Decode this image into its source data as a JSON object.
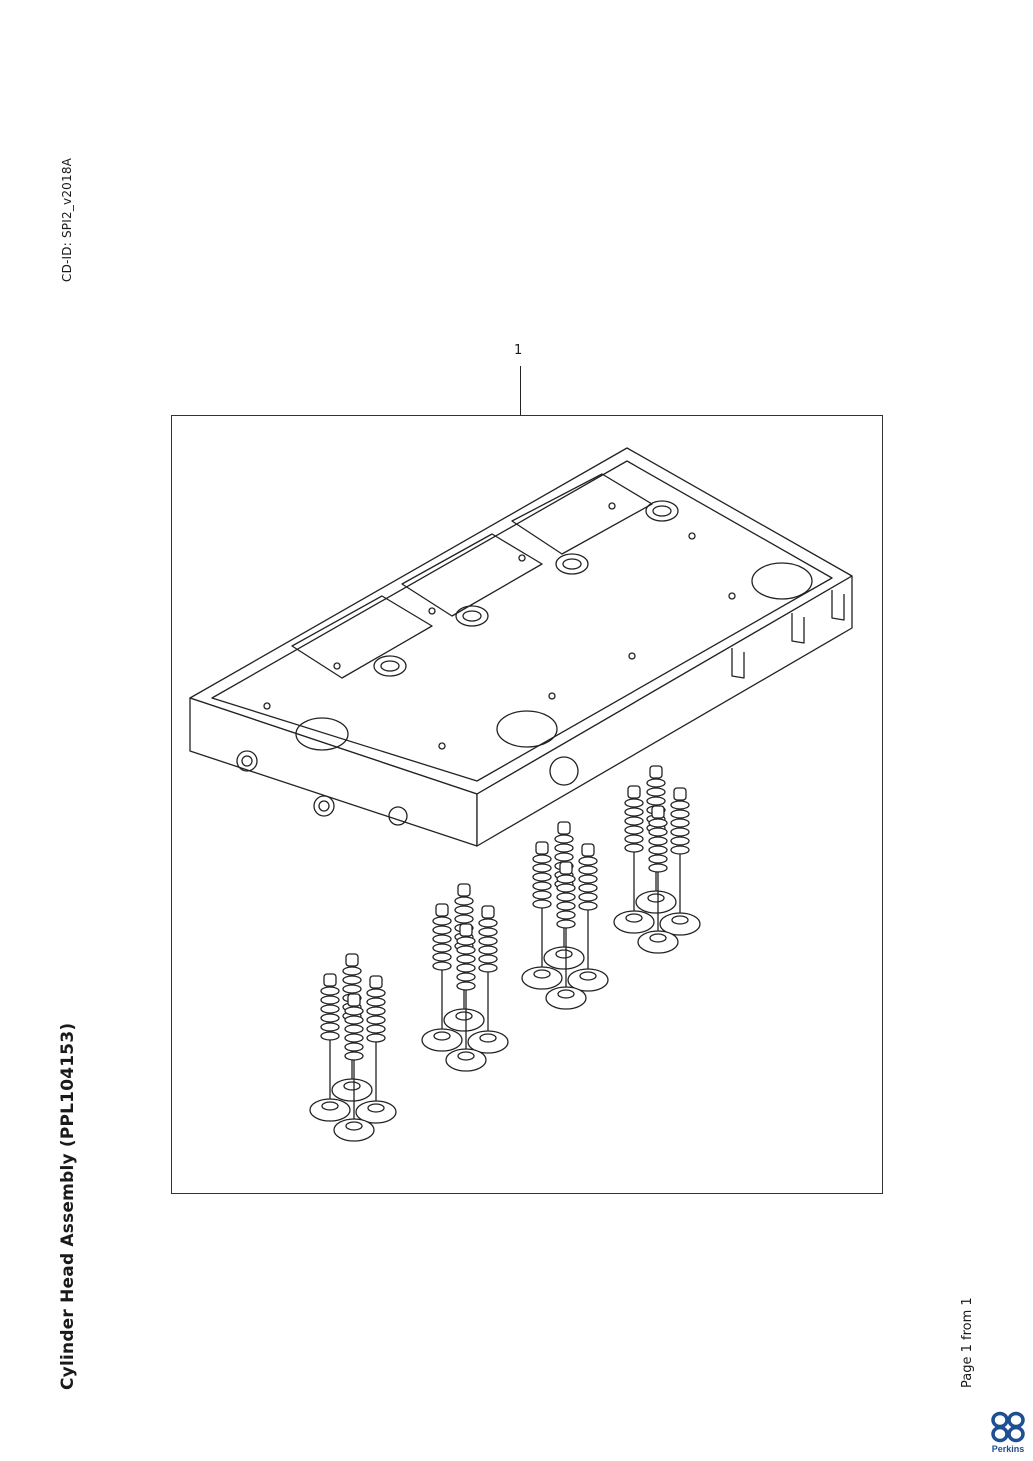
{
  "header": {
    "cd_id": "CD-ID: SPI2_v2018A"
  },
  "document": {
    "title": "Cylinder Head Assembly (PPL104153)",
    "page_info": "Page 1 from 1"
  },
  "illustration": {
    "callout": "1",
    "subject": "cylinder head with valves and springs"
  },
  "brand": {
    "logo_text": "Perkins",
    "color": "#1d4f91"
  }
}
